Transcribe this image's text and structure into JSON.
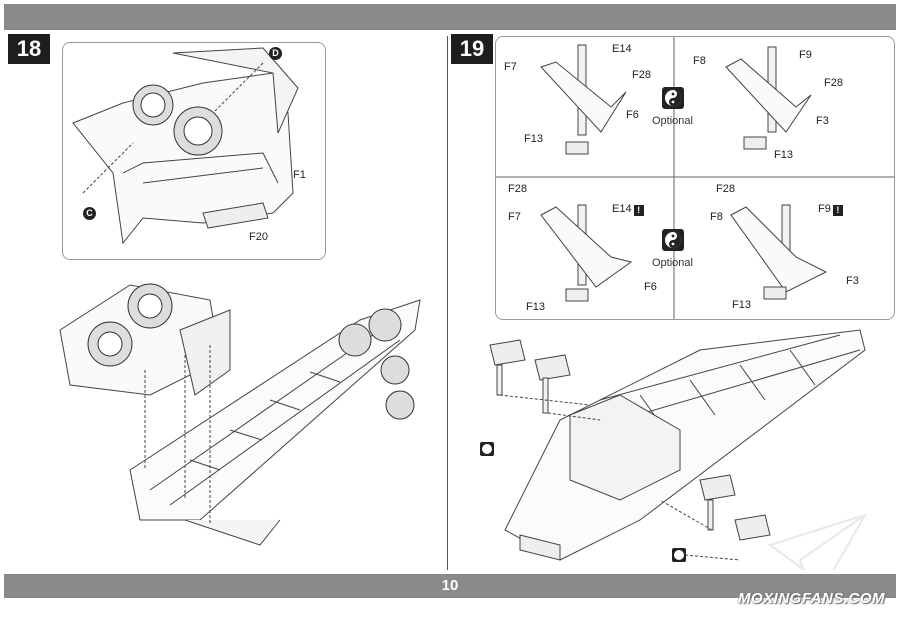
{
  "page": {
    "number": "10"
  },
  "step18": {
    "number": "18",
    "callouts": {
      "d": "D",
      "c": "C"
    },
    "parts": {
      "f1": "F1",
      "f20": "F20"
    }
  },
  "step19": {
    "number": "19",
    "optional_label": "Optional",
    "panel_tl": {
      "e14": "E14",
      "f7": "F7",
      "f28": "F28",
      "f6": "F6",
      "f13": "F13"
    },
    "panel_tr": {
      "f8": "F8",
      "f9": "F9",
      "f28": "F28",
      "f3": "F3",
      "f13": "F13"
    },
    "panel_bl": {
      "f28": "F28",
      "f7": "F7",
      "e14": "E14",
      "f6": "F6",
      "f13": "F13"
    },
    "panel_br": {
      "f28": "F28",
      "f8": "F8",
      "f9": "F9",
      "f3": "F3",
      "f13": "F13"
    },
    "warning_mark": "!"
  },
  "watermark": "MOXINGFANS.COM"
}
